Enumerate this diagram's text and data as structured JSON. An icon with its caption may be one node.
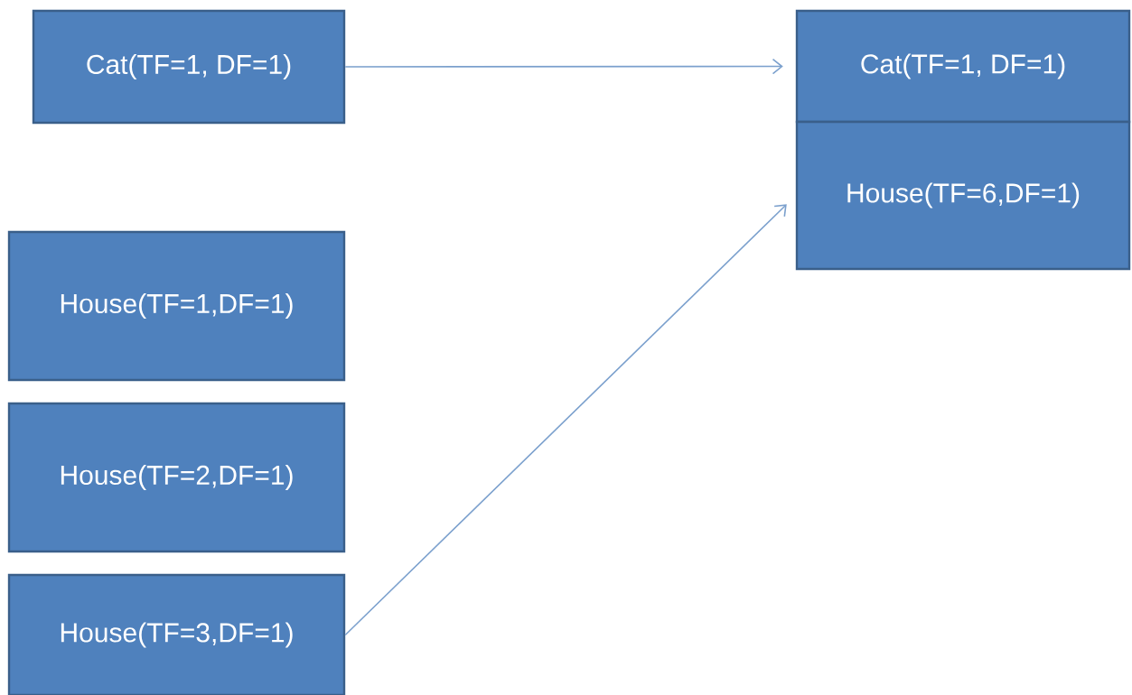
{
  "diagram": {
    "nodes": [
      {
        "text": [
          "Cat(TF=1, DF=1)"
        ]
      },
      {
        "text": [
          "House(TF=1,DF=1)"
        ]
      },
      {
        "text": [
          "House(TF=2,DF=1)"
        ]
      },
      {
        "text": [
          "House(TF=3,DF=1)"
        ]
      },
      {
        "text": [
          "Cat(TF=1, DF=1)"
        ]
      },
      {
        "text": [
          "House(TF=6,DF=1)"
        ]
      }
    ],
    "edges": [
      {
        "from": 0,
        "to": 4,
        "arrow": "to"
      },
      {
        "from": 3,
        "to": 5,
        "arrow": "to"
      }
    ]
  }
}
